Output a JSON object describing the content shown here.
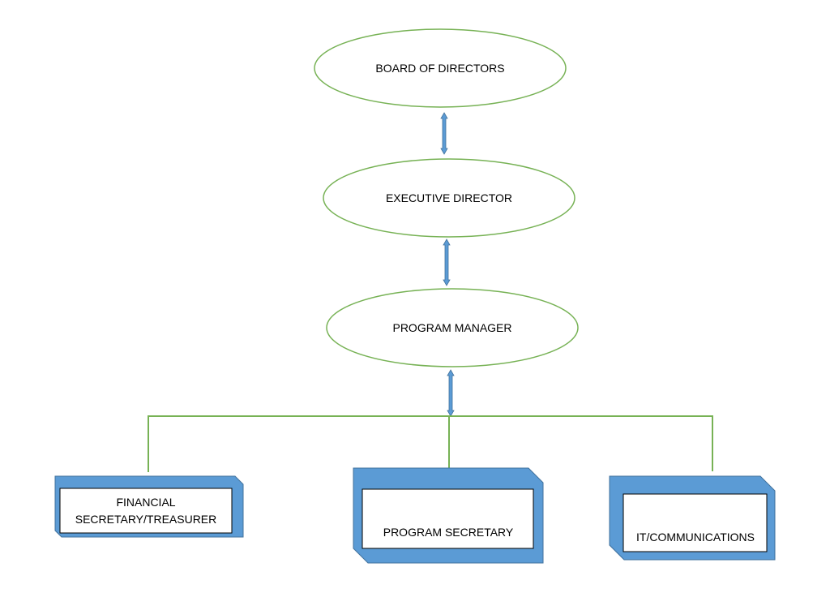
{
  "diagram": {
    "top_nodes": [
      {
        "id": "board",
        "label": "BOARD OF DIRECTORS"
      },
      {
        "id": "executive",
        "label": "EXECUTIVE DIRECTOR"
      },
      {
        "id": "program_manager",
        "label": "PROGRAM MANAGER"
      }
    ],
    "bottom_nodes": [
      {
        "id": "financial",
        "label_lines": [
          "FINANCIAL",
          "SECRETARY/TREASURER"
        ]
      },
      {
        "id": "program_secretary",
        "label_lines": [
          "PROGRAM SECRETARY"
        ]
      },
      {
        "id": "it",
        "label_lines": [
          "IT/COMMUNICATIONS"
        ]
      }
    ],
    "colors": {
      "ellipse_stroke": "#77b255",
      "connector_line": "#77b255",
      "arrow_fill": "#5b9bd5",
      "arrow_stroke": "#41719c",
      "box_fill": "#5b9bd5",
      "box_stroke": "#41719c",
      "inner_fill": "#ffffff",
      "inner_stroke": "#000000"
    }
  }
}
